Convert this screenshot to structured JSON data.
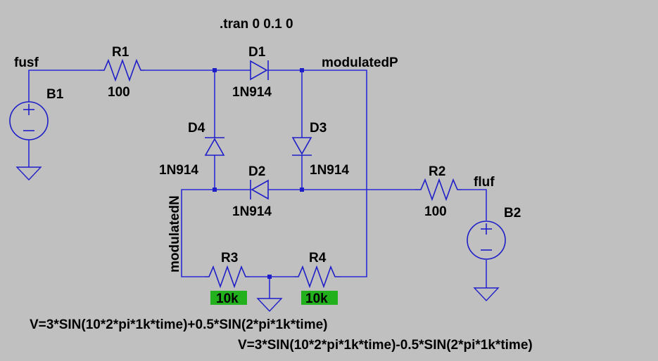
{
  "directive": ".tran 0 0.1 0",
  "nets": {
    "fusf": "fusf",
    "fluf": "fluf",
    "modulatedP": "modulatedP",
    "modulatedN": "modulatedN"
  },
  "components": {
    "B1": {
      "name": "B1"
    },
    "B2": {
      "name": "B2"
    },
    "R1": {
      "name": "R1",
      "value": "100"
    },
    "R2": {
      "name": "R2",
      "value": "100"
    },
    "R3": {
      "name": "R3",
      "value": "10k"
    },
    "R4": {
      "name": "R4",
      "value": "10k"
    },
    "D1": {
      "name": "D1",
      "model": "1N914"
    },
    "D2": {
      "name": "D2",
      "model": "1N914"
    },
    "D3": {
      "name": "D3",
      "model": "1N914"
    },
    "D4": {
      "name": "D4",
      "model": "1N914"
    }
  },
  "sources": {
    "B1_expr": "V=3*SIN(10*2*pi*1k*time)+0.5*SIN(2*pi*1k*time)",
    "B2_expr": "V=3*SIN(10*2*pi*1k*time)-0.5*SIN(2*pi*1k*time)"
  },
  "colors": {
    "background": "#c0c0c0",
    "wire": "#2a2ad6",
    "highlight": "#22b01c"
  }
}
